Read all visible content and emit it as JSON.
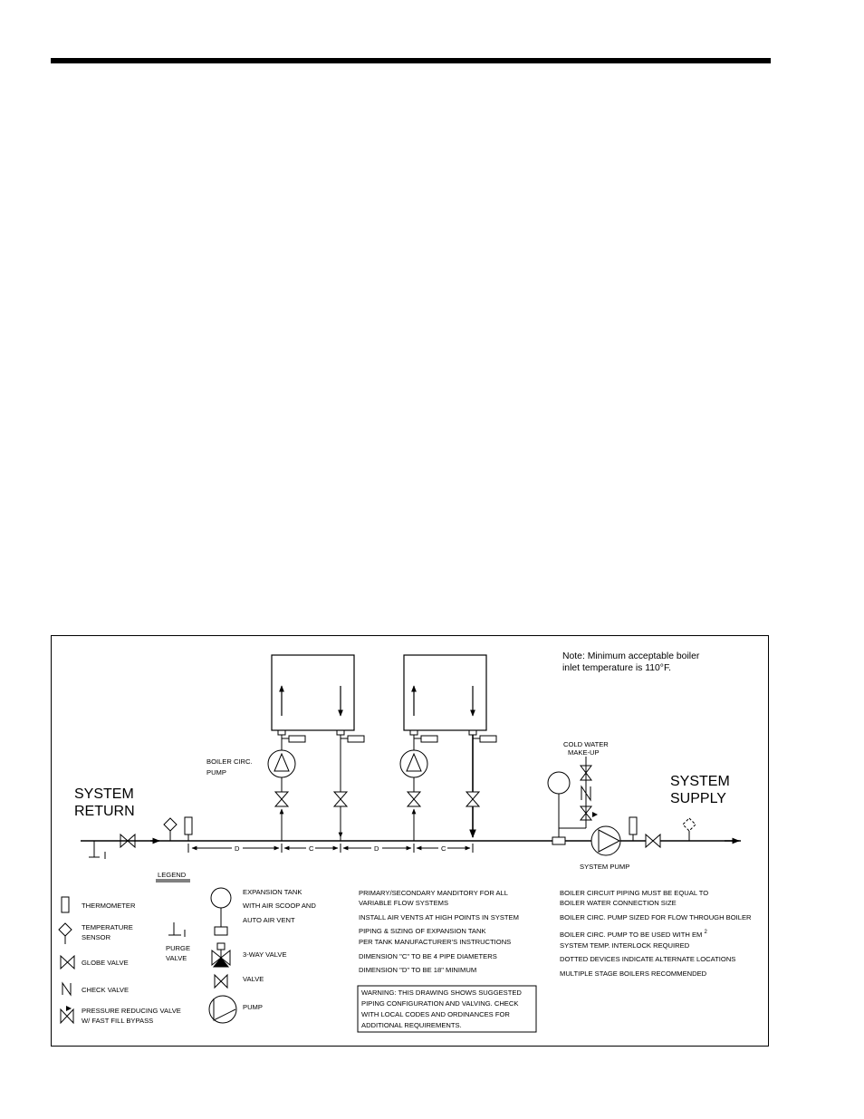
{
  "labels": {
    "system_return": [
      "SYSTEM",
      "RETURN"
    ],
    "system_supply": [
      "SYSTEM",
      "SUPPLY"
    ],
    "boiler_circ_pump": [
      "BOILER CIRC.",
      "PUMP"
    ],
    "cold_water_makeup": [
      "COLD WATER",
      "MAKE-UP"
    ],
    "system_pump": "SYSTEM PUMP",
    "note": [
      "Note: Minimum acceptable boiler",
      "inlet temperature is 110°F."
    ],
    "dim_d": "D",
    "dim_c": "C"
  },
  "legend": {
    "title": "LEGEND",
    "thermometer": "THERMOMETER",
    "temperature_sensor": [
      "TEMPERATURE",
      "SENSOR"
    ],
    "globe_valve": "GLOBE VALVE",
    "check_valve": "CHECK VALVE",
    "pressure_reducing_valve": [
      "PRESSURE REDUCING VALVE",
      "W/ FAST FILL BYPASS"
    ],
    "purge_valve": [
      "PURGE",
      "VALVE"
    ],
    "expansion_tank": [
      "EXPANSION TANK",
      "WITH AIR SCOOP AND",
      "AUTO AIR VENT"
    ],
    "three_way_valve": "3-WAY VALVE",
    "valve": "VALVE",
    "pump": "PUMP"
  },
  "notes_middle": [
    [
      "PRIMARY/SECONDARY MANDITORY FOR ALL",
      "VARIABLE FLOW SYSTEMS"
    ],
    [
      "INSTALL AIR VENTS AT HIGH POINTS IN SYSTEM"
    ],
    [
      "PIPING & SIZING OF EXPANSION TANK",
      "PER TANK MANUFACTURER'S INSTRUCTIONS"
    ],
    [
      "DIMENSION \"C\" TO BE 4 PIPE DIAMETERS"
    ],
    [
      "DIMENSION \"D\" TO BE 18\" MINIMUM"
    ]
  ],
  "notes_right": [
    [
      "BOILER CIRCUIT PIPING MUST BE EQUAL TO",
      "BOILER WATER CONNECTION SIZE"
    ],
    [
      "BOILER CIRC. PUMP SIZED FOR FLOW THROUGH BOILER"
    ],
    [
      "BOILER CIRC. PUMP TO BE USED WITH EM",
      "SYSTEM TEMP. INTERLOCK REQUIRED"
    ],
    [
      "DOTTED DEVICES INDICATE ALTERNATE LOCATIONS"
    ],
    [
      "MULTIPLE STAGE BOILERS RECOMMENDED"
    ]
  ],
  "em_superscript": "2",
  "warning": [
    "WARNING:  THIS DRAWING SHOWS SUGGESTED",
    "PIPING CONFIGURATION AND VALVING. CHECK",
    "WITH LOCAL CODES AND ORDINANCES FOR",
    "ADDITIONAL REQUIREMENTS."
  ]
}
